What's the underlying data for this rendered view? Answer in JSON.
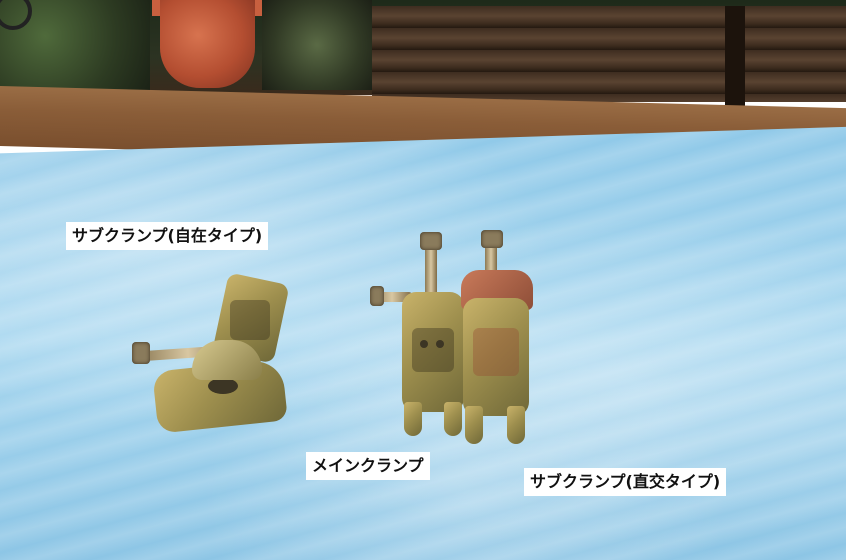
{
  "labels": {
    "sub_clamp_swivel": "サブクランプ(自在タイプ)",
    "main_clamp": "メインクランプ",
    "sub_clamp_right_angle": "サブクランプ(直交タイプ)"
  },
  "colors": {
    "cloth": "#a6d6ef",
    "clamp_metal": "#9e8f4e",
    "wood": "#8a5d38"
  }
}
